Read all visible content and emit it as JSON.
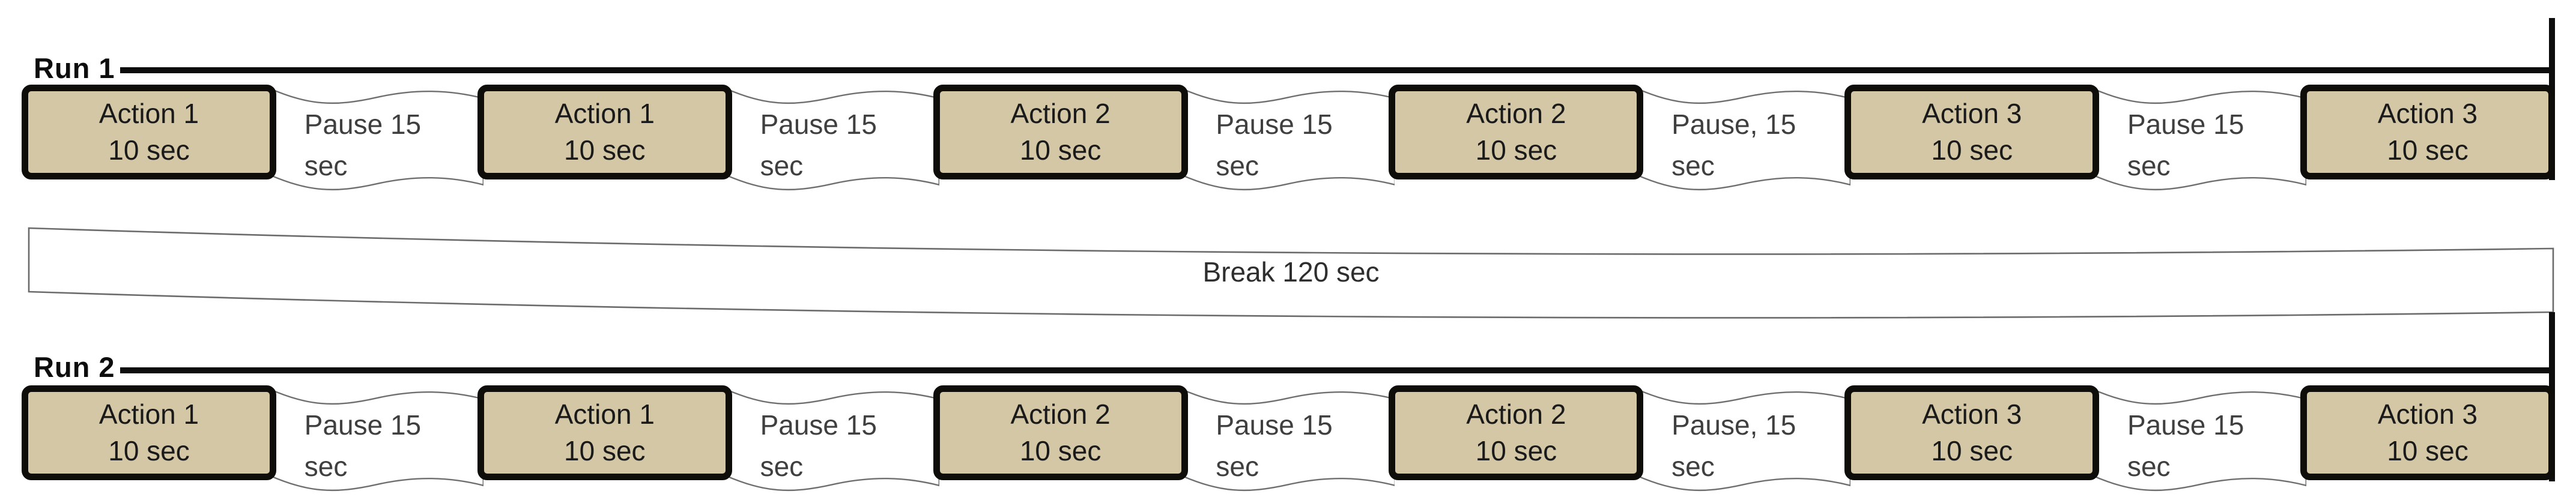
{
  "colors": {
    "background": "#ffffff",
    "action_fill": "#d3c7a6",
    "action_border": "#0f0d0a",
    "action_text": "#1a1a1a",
    "pause_outline": "#6f6f6f",
    "pause_text": "#3f3f3f",
    "timeline_line": "#0d0d0d",
    "break_outline": "#6b6b6b",
    "break_text": "#2e2e2e"
  },
  "runs": [
    {
      "label": "Run 1",
      "items": [
        {
          "kind": "action",
          "title": "Action 1",
          "duration": "10 sec"
        },
        {
          "kind": "pause",
          "title": "Pause 15",
          "duration": "sec"
        },
        {
          "kind": "action",
          "title": "Action 1",
          "duration": "10 sec"
        },
        {
          "kind": "pause",
          "title": "Pause 15",
          "duration": "sec"
        },
        {
          "kind": "action",
          "title": "Action 2",
          "duration": "10 sec"
        },
        {
          "kind": "pause",
          "title": "Pause 15",
          "duration": "sec"
        },
        {
          "kind": "action",
          "title": "Action 2",
          "duration": "10 sec"
        },
        {
          "kind": "pause",
          "title": "Pause, 15",
          "duration": "sec"
        },
        {
          "kind": "action",
          "title": "Action 3",
          "duration": "10 sec"
        },
        {
          "kind": "pause",
          "title": "Pause 15",
          "duration": "sec"
        },
        {
          "kind": "action",
          "title": "Action 3",
          "duration": "10 sec"
        }
      ]
    },
    {
      "label": "Run 2",
      "items": [
        {
          "kind": "action",
          "title": "Action 1",
          "duration": "10 sec"
        },
        {
          "kind": "pause",
          "title": "Pause 15",
          "duration": "sec"
        },
        {
          "kind": "action",
          "title": "Action 1",
          "duration": "10 sec"
        },
        {
          "kind": "pause",
          "title": "Pause 15",
          "duration": "sec"
        },
        {
          "kind": "action",
          "title": "Action 2",
          "duration": "10 sec"
        },
        {
          "kind": "pause",
          "title": "Pause 15",
          "duration": "sec"
        },
        {
          "kind": "action",
          "title": "Action 2",
          "duration": "10 sec"
        },
        {
          "kind": "pause",
          "title": "Pause, 15",
          "duration": "sec"
        },
        {
          "kind": "action",
          "title": "Action 3",
          "duration": "10 sec"
        },
        {
          "kind": "pause",
          "title": "Pause 15",
          "duration": "sec"
        },
        {
          "kind": "action",
          "title": "Action 3",
          "duration": "10 sec"
        }
      ]
    }
  ],
  "break_section": {
    "label": "Break 120 sec"
  }
}
